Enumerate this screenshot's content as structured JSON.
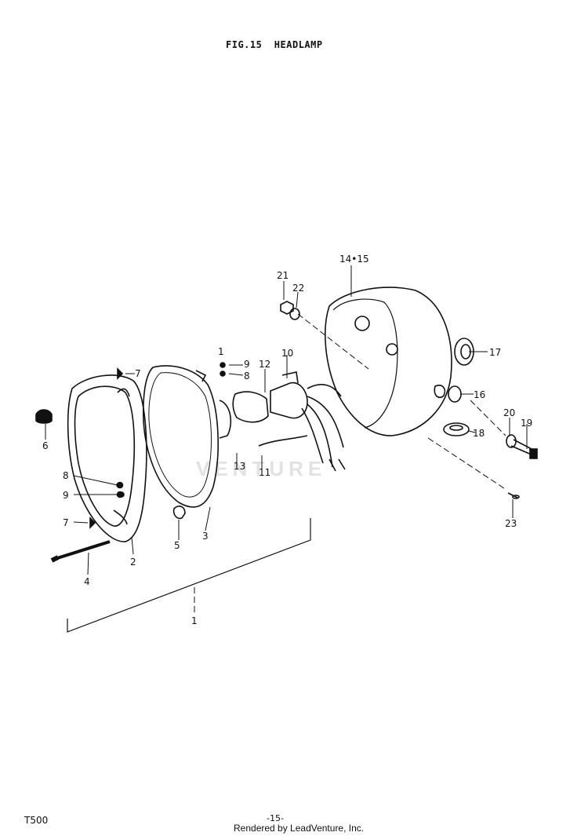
{
  "title": "FIG.15  HEADLAMP",
  "model": "T500",
  "page_number": "-15-",
  "rendered_by": "Rendered by LeadVenture, Inc.",
  "watermark": "VENTURE",
  "callouts": {
    "c1_top": "1",
    "c1_bottom": "1",
    "c2": "2",
    "c3": "3",
    "c4": "4",
    "c5": "5",
    "c6": "6",
    "c7_top": "7",
    "c7_bottom": "7",
    "c8_top": "8",
    "c8_left": "8",
    "c9_top": "9",
    "c9_left": "9",
    "c10": "10",
    "c11": "11",
    "c12": "12",
    "c13": "13",
    "c14_15": "14•15",
    "c16": "16",
    "c17": "17",
    "c18": "18",
    "c19": "19",
    "c20": "20",
    "c21": "21",
    "c22": "22",
    "c23": "23"
  }
}
